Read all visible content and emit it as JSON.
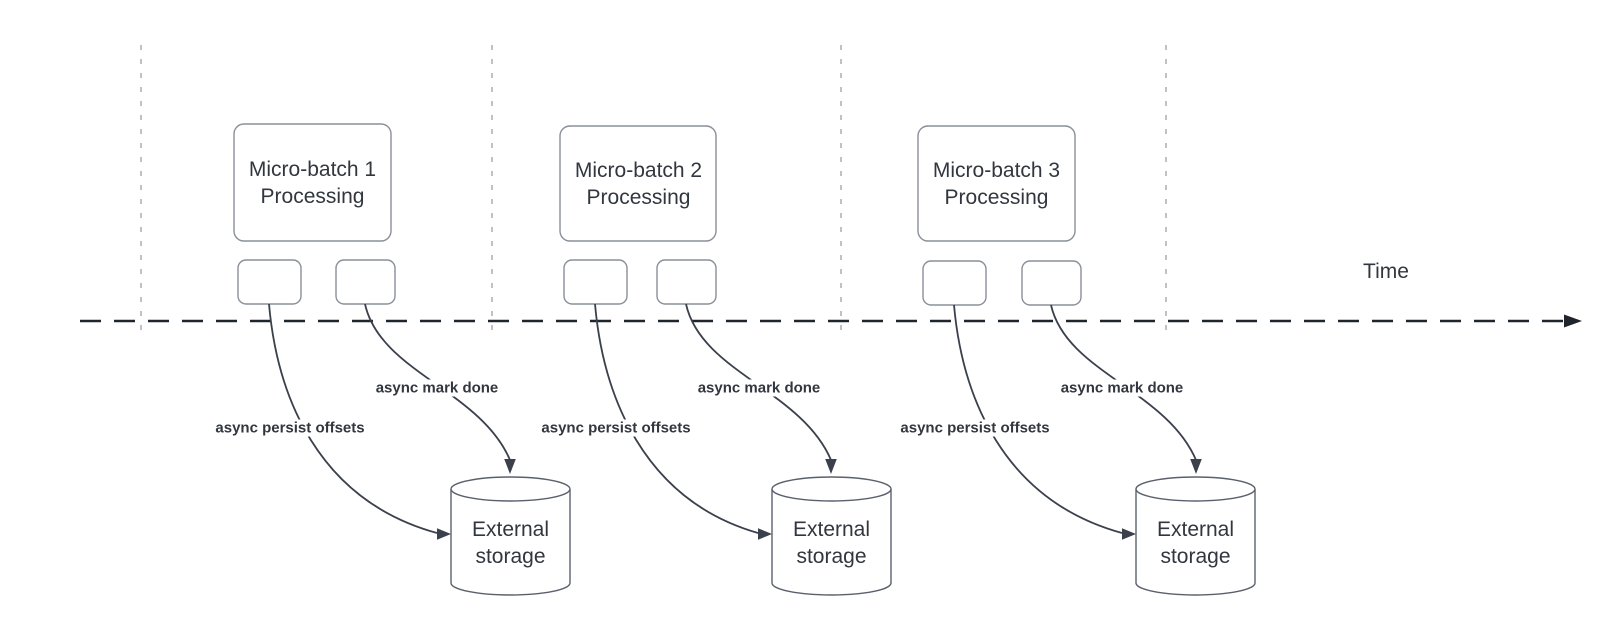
{
  "diagram": {
    "time_axis": {
      "label": "Time"
    },
    "batches": [
      {
        "title_line1": "Micro-batch 1",
        "title_line2": "Processing",
        "persist_arrow_label": "async persist offsets",
        "mark_done_arrow_label": "async mark done",
        "storage_title_line1": "External",
        "storage_title_line2": "storage"
      },
      {
        "title_line1": "Micro-batch 2",
        "title_line2": "Processing",
        "persist_arrow_label": "async persist offsets",
        "mark_done_arrow_label": "async mark done",
        "storage_title_line1": "External",
        "storage_title_line2": "storage"
      },
      {
        "title_line1": "Micro-batch 3",
        "title_line2": "Processing",
        "persist_arrow_label": "async persist offsets",
        "mark_done_arrow_label": "async mark done",
        "storage_title_line1": "External",
        "storage_title_line2": "storage"
      }
    ],
    "colors": {
      "bg": "#ffffff",
      "text": "#32373f",
      "edge": "#3b414c",
      "timeline": "#20242b",
      "guide": "#a9a9a9",
      "shape_border": "#8a8f99",
      "cylinder_border": "#5b616c",
      "label_bg": "#ffffff"
    }
  }
}
